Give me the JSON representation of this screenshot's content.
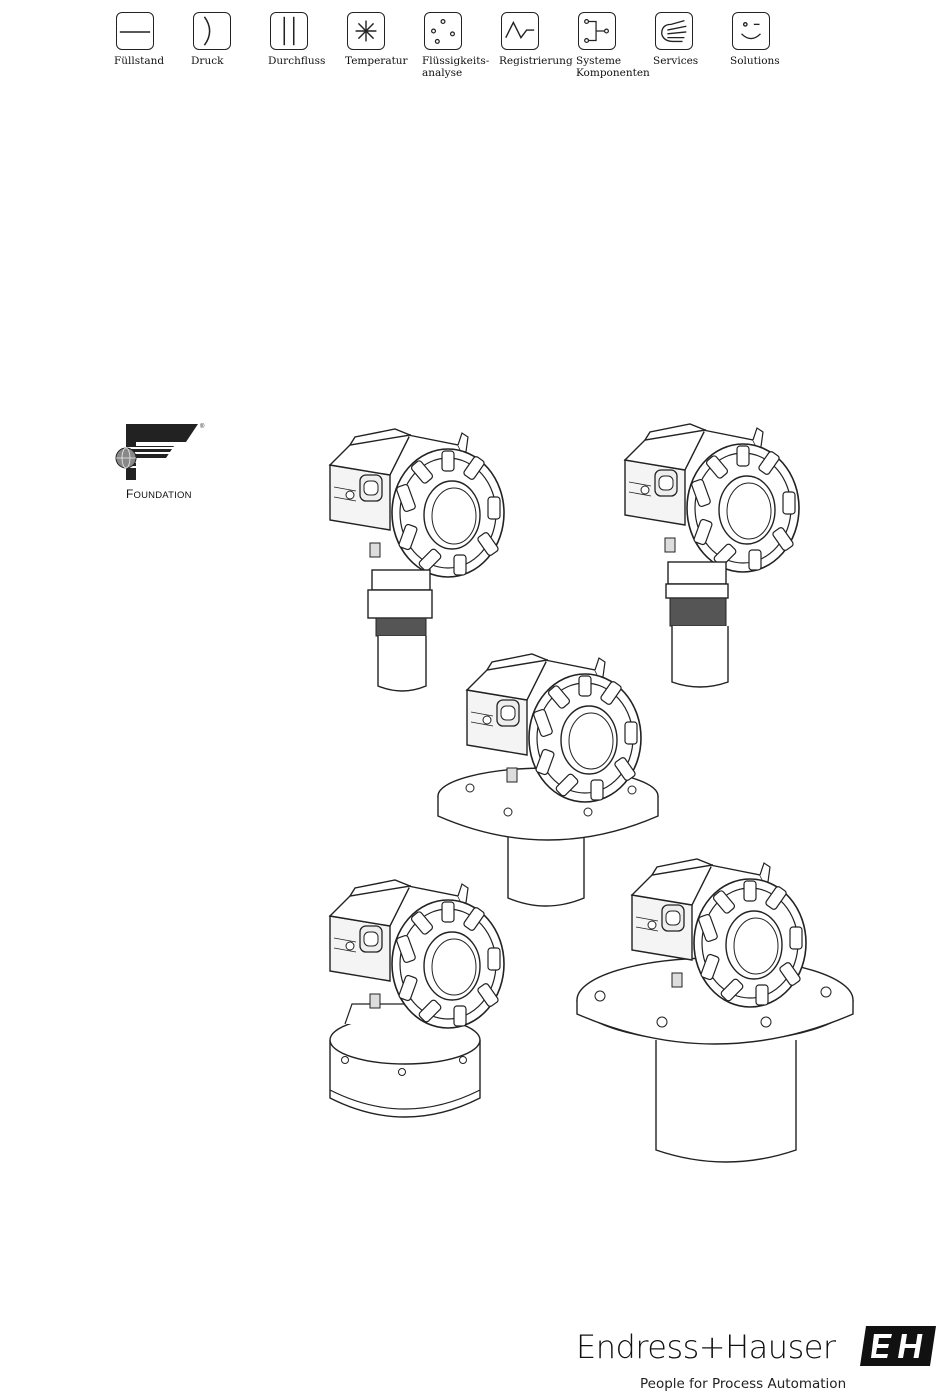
{
  "nav": {
    "items": [
      {
        "label": "Füllstand",
        "icon": "level-icon"
      },
      {
        "label": "Druck",
        "icon": "pressure-icon"
      },
      {
        "label": "Durchfluss",
        "icon": "flow-icon"
      },
      {
        "label": "Temperatur",
        "icon": "temperature-icon"
      },
      {
        "label": "Flüssigkeits-\nanalyse",
        "icon": "liquid-analysis-icon"
      },
      {
        "label": "Registrierung",
        "icon": "recording-icon"
      },
      {
        "label": "Systeme\nKomponenten",
        "icon": "system-components-icon"
      },
      {
        "label": "Services",
        "icon": "services-icon"
      },
      {
        "label": "Solutions",
        "icon": "solutions-icon"
      }
    ]
  },
  "fieldbus_logo": {
    "text_first": "F",
    "text_rest": "OUNDATION",
    "reg": "®"
  },
  "brand": {
    "name": "Endress+Hauser",
    "tagline": "People for Process Automation"
  },
  "colors": {
    "ink": "#1a1a1a",
    "background": "#ffffff"
  }
}
